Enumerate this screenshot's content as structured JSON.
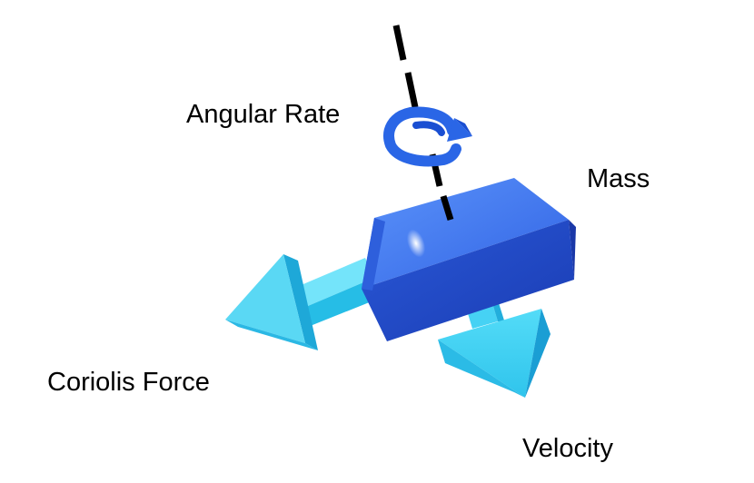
{
  "labels": {
    "angular_rate": "Angular Rate",
    "mass": "Mass",
    "coriolis_force": "Coriolis Force",
    "velocity": "Velocity"
  },
  "colors": {
    "mass_top": "#3f7bf0",
    "mass_front": "#2148c6",
    "mass_side": "#1836a8",
    "rotation_arrow": "#2a66e6",
    "force_arrow_light": "#5ad8f4",
    "force_arrow_mid": "#2fbfe6",
    "force_arrow_dark": "#1aa2d6",
    "axis_line": "#000000"
  },
  "icons": {
    "rotation": "curved-rotation-arrow-icon",
    "force": "arrow-left-icon",
    "velocity": "arrow-down-right-icon"
  }
}
